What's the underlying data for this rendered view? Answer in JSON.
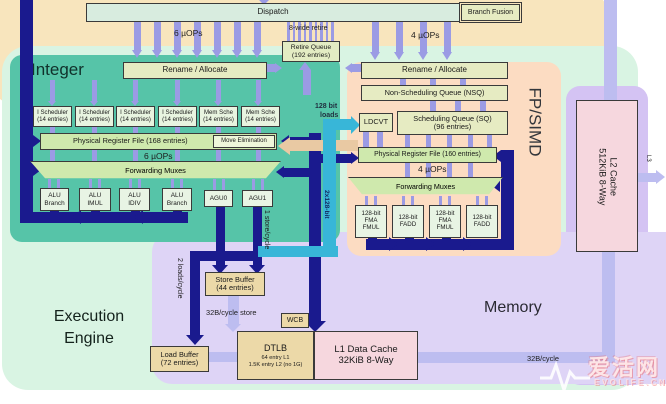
{
  "top": {
    "dispatch": "Dispatch",
    "branch_fusion": "Branch Fusion",
    "uops6": "6 µOPs",
    "uops4": "4 µOPs",
    "retire_width": "8-wide retire",
    "retire_queue_1": "Retire Queue",
    "retire_queue_2": "(192 entries)"
  },
  "integer": {
    "title": "Integer",
    "rename": "Rename / Allocate",
    "schedulers": [
      {
        "l1": "I Scheduler",
        "l2": "(14 entries)"
      },
      {
        "l1": "I Scheduler",
        "l2": "(14 entries)"
      },
      {
        "l1": "I Scheduler",
        "l2": "(14 entries)"
      },
      {
        "l1": "I Scheduler",
        "l2": "(14 entries)"
      },
      {
        "l1": "Mem Sche",
        "l2": "(14 entries)"
      },
      {
        "l1": "Mem Sche",
        "l2": "(14 entries)"
      }
    ],
    "prf": "Physical Register File (168 entries)",
    "move_elimination": "Move Elimination",
    "uops": "6 µOPs",
    "muxes": "Forwarding Muxes",
    "units": [
      {
        "l1": "ALU",
        "l2": "Branch"
      },
      {
        "l1": "ALU",
        "l2": "IMUL"
      },
      {
        "l1": "ALU",
        "l2": "IDIV"
      },
      {
        "l1": "ALU",
        "l2": "Branch"
      },
      {
        "l1": "AGU0",
        "l2": ""
      },
      {
        "l1": "AGU1",
        "l2": ""
      }
    ]
  },
  "fp": {
    "title": "FP/SIMD",
    "rename": "Rename / Allocate",
    "nsq": "Non-Scheduling Queue (NSQ)",
    "ldcvt": "LDCVT",
    "sq_1": "Scheduling Queue (SQ)",
    "sq_2": "(96 entries)",
    "prf": "Physical Register File (160 entries)",
    "uops": "4 µOPs",
    "muxes": "Forwarding Muxes",
    "units": [
      {
        "l1": "128-bit",
        "l2": "FMA",
        "l3": "FMUL"
      },
      {
        "l1": "128-bit",
        "l2": "FADD",
        "l3": ""
      },
      {
        "l1": "128-bit",
        "l2": "FMA",
        "l3": "FMUL"
      },
      {
        "l1": "128-bit",
        "l2": "FADD",
        "l3": ""
      }
    ],
    "loads_1": "128 bit",
    "loads_2": "loads",
    "loads_bus": "2x128-bit"
  },
  "execution_engine": {
    "title_1": "Execution",
    "title_2": "Engine"
  },
  "memory": {
    "title": "Memory",
    "store_buffer_1": "Store Buffer",
    "store_buffer_2": "(44 entries)",
    "load_buffer_1": "Load Buffer",
    "load_buffer_2": "(72 entries)",
    "wcb": "WCB",
    "dtlb_title": "DTLB",
    "dtlb_l1": "64 entry L1",
    "dtlb_l2": "1.5K entry L2 (no 1G)",
    "l1_1": "L1 Data Cache",
    "l1_2": "32KiB 8-Way",
    "l2_1": "L2 Cache",
    "l2_2": "512KiB 8-Way",
    "store_rate": "1 store/cycle",
    "load_rate": "2 loads/cycle",
    "store_bw": "32B/cycle store",
    "l2_bw": "32B/cycle",
    "l3": "L3"
  },
  "watermark": {
    "cn": "爱活网",
    "site": "EVOLIFE.CN"
  },
  "colors": {
    "tan_bg": "#f8e5bd",
    "mint_bg": "#d9f4e3",
    "teal_region": "#56c4a8",
    "peach_region": "#fcdcc2",
    "lavender_region": "#ded4f6",
    "purple_column": "#d4c3f3",
    "green_box": "#e8f4e0",
    "khaki_box": "#e6ebc2",
    "prf_box": "#cfe9ad",
    "tan_box": "#ecd9a8",
    "pink_box": "#f6d7de",
    "arrow_purple": "#9b9be4",
    "arrow_navy": "#1a1a8e",
    "arrow_cyan": "#38b6d8",
    "arrow_lavender": "#bdbdf0",
    "arrow_tan": "#e9c9a3"
  }
}
